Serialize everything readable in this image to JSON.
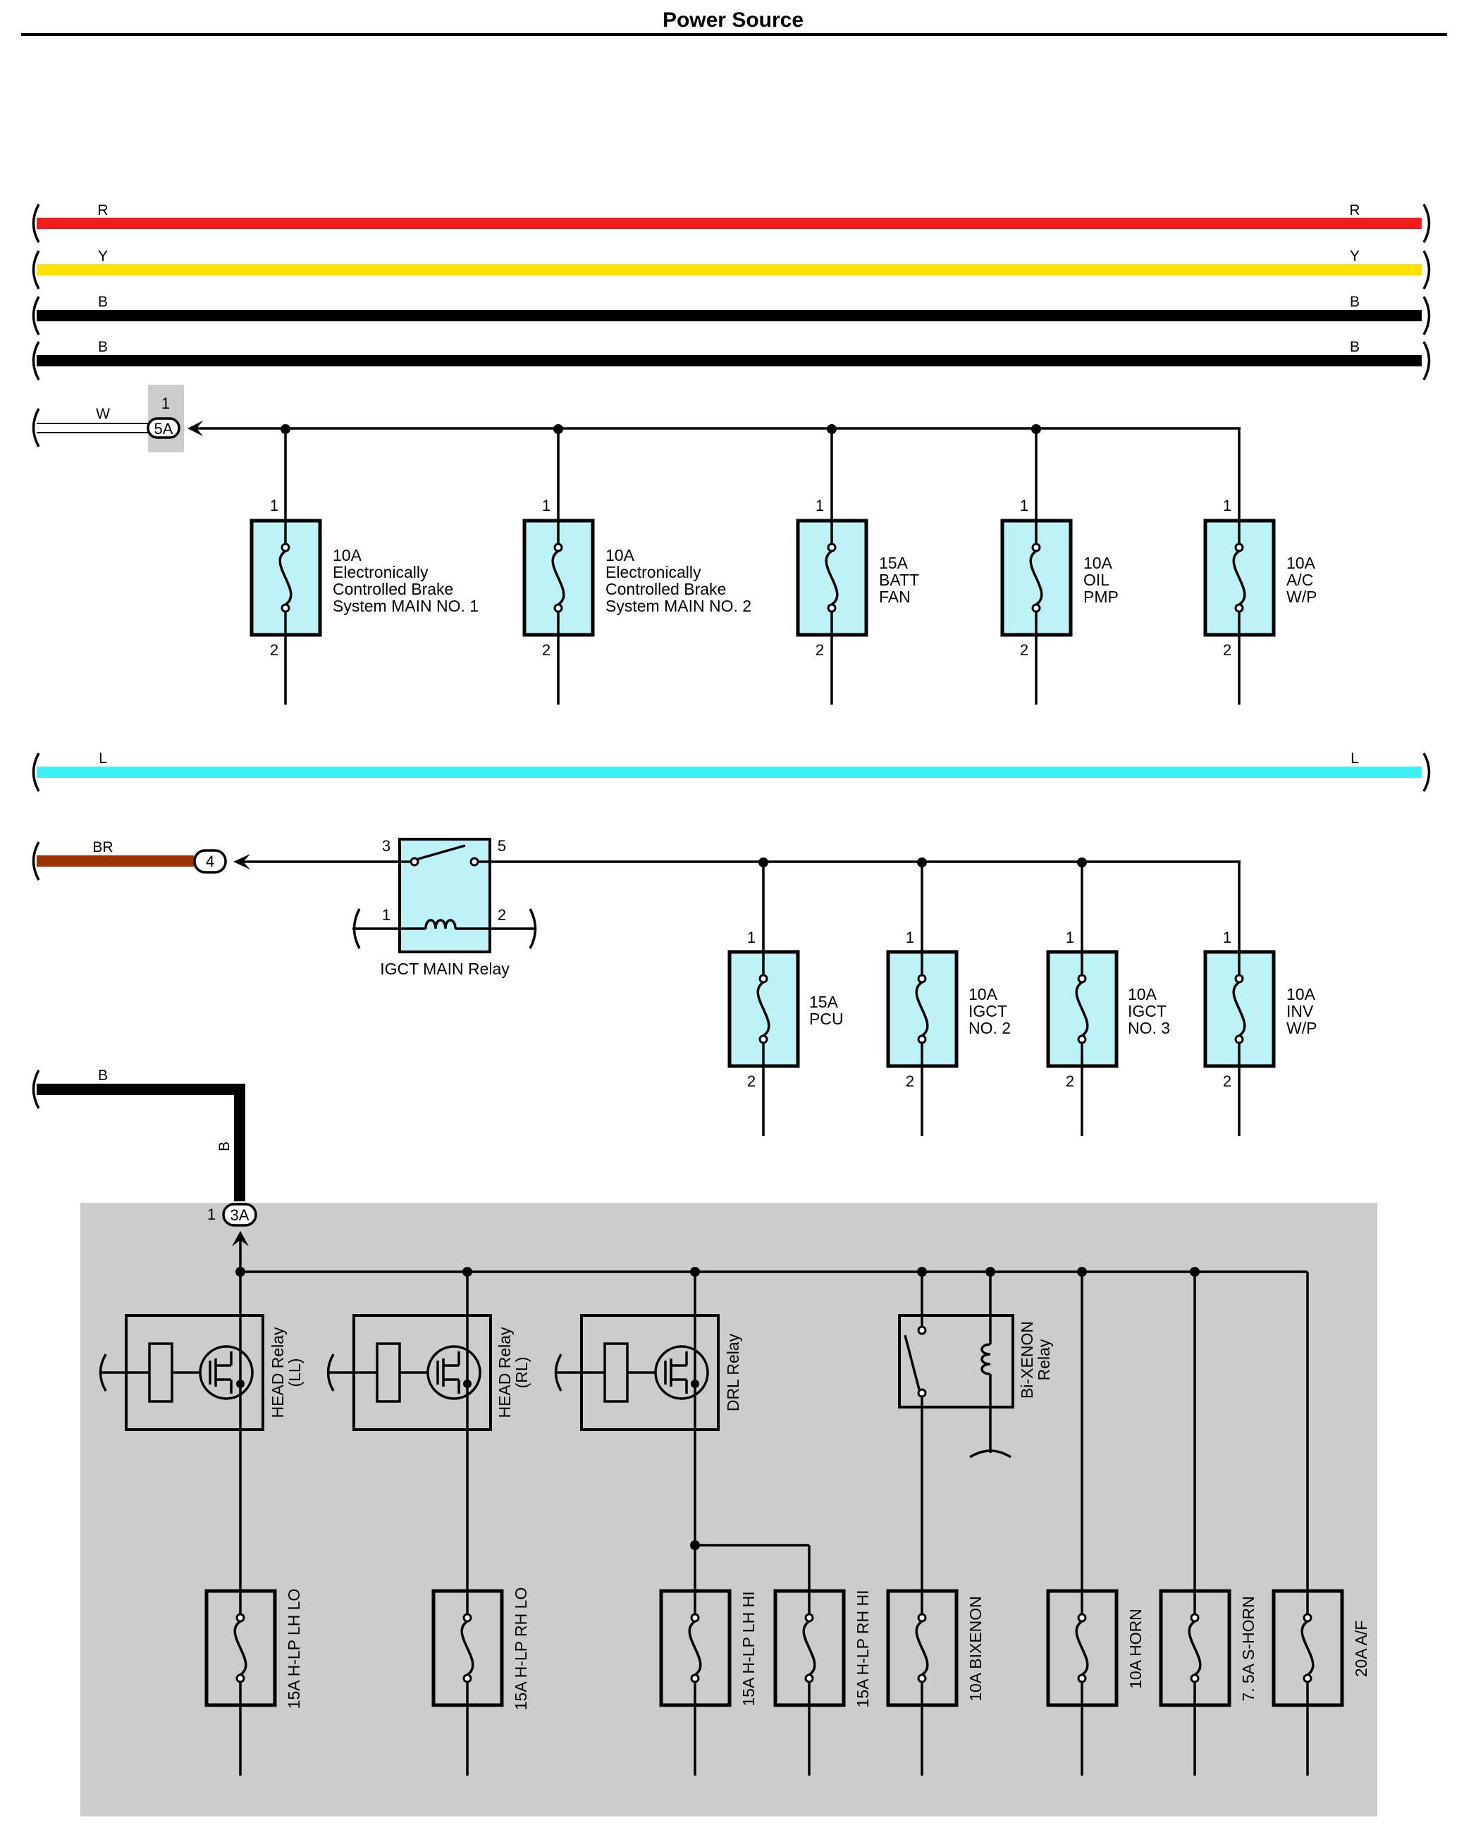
{
  "title": "Power Source",
  "colors": {
    "R": "#f21c1c",
    "Y": "#ffe000",
    "B": "#000000",
    "W": "#ffffff",
    "L": "#3ff0f5",
    "BR": "#993300",
    "fuse_fill": "#bdf3f7",
    "jb_bg": "#cccccc"
  },
  "bus_wires": [
    {
      "color_code": "R",
      "left_label": "R",
      "right_label": "R"
    },
    {
      "color_code": "Y",
      "left_label": "Y",
      "right_label": "Y"
    },
    {
      "color_code": "B",
      "left_label": "B",
      "right_label": "B"
    },
    {
      "color_code": "B",
      "left_label": "B",
      "right_label": "B"
    }
  ],
  "w_circuit": {
    "wire_label": "W",
    "connector": {
      "label": "5A",
      "pin": "1"
    },
    "fuses": [
      {
        "lines": [
          "10A",
          "Electronically",
          "Controlled Brake",
          "System MAIN NO. 1"
        ],
        "pin_top": "1",
        "pin_bottom": "2"
      },
      {
        "lines": [
          "10A",
          "Electronically",
          "Controlled Brake",
          "System MAIN NO. 2"
        ],
        "pin_top": "1",
        "pin_bottom": "2"
      },
      {
        "lines": [
          "15A",
          "BATT",
          "FAN"
        ],
        "pin_top": "1",
        "pin_bottom": "2"
      },
      {
        "lines": [
          "10A",
          "OIL",
          "PMP"
        ],
        "pin_top": "1",
        "pin_bottom": "2"
      },
      {
        "lines": [
          "10A",
          "A/C",
          "W/P"
        ],
        "pin_top": "1",
        "pin_bottom": "2"
      }
    ]
  },
  "l_wire": {
    "left_label": "L",
    "right_label": "L"
  },
  "br_circuit": {
    "wire_label": "BR",
    "connector": {
      "label": "4"
    },
    "relay": {
      "name": "IGCT MAIN Relay",
      "pins": [
        "3",
        "5",
        "1",
        "2"
      ]
    },
    "fuses": [
      {
        "lines": [
          "15A",
          "PCU"
        ],
        "pin_top": "1",
        "pin_bottom": "2"
      },
      {
        "lines": [
          "10A",
          "IGCT",
          "NO. 2"
        ],
        "pin_top": "1",
        "pin_bottom": "2"
      },
      {
        "lines": [
          "10A",
          "IGCT",
          "NO. 3"
        ],
        "pin_top": "1",
        "pin_bottom": "2"
      },
      {
        "lines": [
          "10A",
          "INV",
          "W/P"
        ],
        "pin_top": "1",
        "pin_bottom": "2"
      }
    ]
  },
  "b_circuit": {
    "wire_label": "B",
    "riser_label": "B",
    "connector": {
      "label": "3A",
      "pin": "1"
    },
    "relays": [
      {
        "name": "HEAD Relay",
        "sub": "(LL)"
      },
      {
        "name": "HEAD Relay",
        "sub": "(RL)"
      },
      {
        "name": "DRL Relay",
        "sub": ""
      },
      {
        "name": "Bi-XENON",
        "sub": "Relay"
      }
    ],
    "fuses": [
      {
        "label": "15A H-LP LH LO"
      },
      {
        "label": "15A H-LP RH LO"
      },
      {
        "label": "15A H-LP LH HI"
      },
      {
        "label": "15A H-LP RH HI"
      },
      {
        "label": "10A BIXENON"
      },
      {
        "label": "10A HORN"
      },
      {
        "label": "7. 5A S-HORN"
      },
      {
        "label": "20A A/F"
      }
    ]
  }
}
